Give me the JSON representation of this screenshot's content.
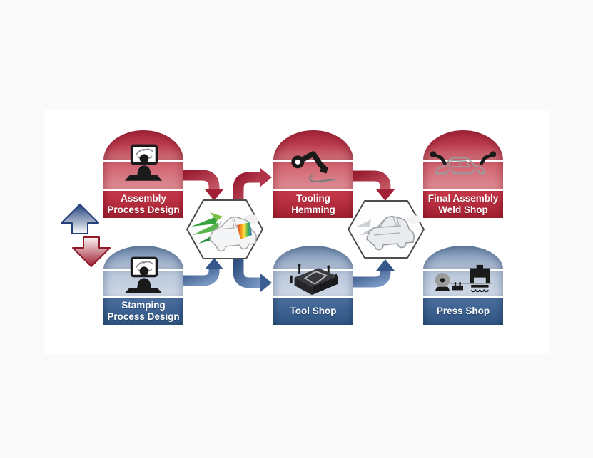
{
  "canvas": {
    "background": "#fbfafa",
    "panel_background": "#ffffff"
  },
  "colors": {
    "red_accent": "#c0334a",
    "red_dark": "#9c1f33",
    "red_light": "#dd8d95",
    "blue_accent": "#48699b",
    "blue_dark": "#2f5480",
    "blue_light": "#c5d1e2",
    "hexagon_border": "#4d4d4d"
  },
  "nodes": {
    "assembly_process_design": {
      "label": "Assembly\nProcess Design",
      "color": "red",
      "icon": "workstation-icon"
    },
    "tooling_hemming": {
      "label": "Tooling\nHemming",
      "color": "red",
      "icon": "robot-arm-icon"
    },
    "final_assembly_weld_shop": {
      "label": "Final Assembly\nWeld Shop",
      "color": "red",
      "icon": "weld-car-icon"
    },
    "stamping_process_design": {
      "label": "Stamping\nProcess Design",
      "color": "blue",
      "icon": "workstation-icon"
    },
    "tool_shop": {
      "label": "Tool Shop",
      "color": "blue",
      "icon": "stamping-die-icon"
    },
    "press_shop": {
      "label": "Press Shop",
      "color": "blue",
      "icon": "press-line-icon"
    }
  },
  "hexagons": [
    {
      "name": "simulation-hexagon-left",
      "image": "colored-simulation-car-body"
    },
    {
      "name": "simulation-hexagon-right",
      "image": "silver-car-body-frame"
    }
  ],
  "connectors": [
    {
      "from": "assembly_process_design",
      "to": "simulation-hexagon-left",
      "color": "red"
    },
    {
      "from": "simulation-hexagon-left",
      "to": "tooling_hemming",
      "color": "red"
    },
    {
      "from": "stamping_process_design",
      "to": "simulation-hexagon-left",
      "color": "blue"
    },
    {
      "from": "simulation-hexagon-left",
      "to": "tool_shop",
      "color": "blue"
    },
    {
      "from": "tooling_hemming",
      "to": "simulation-hexagon-right",
      "color": "red"
    },
    {
      "from": "tool_shop",
      "to": "simulation-hexagon-right",
      "color": "blue"
    }
  ],
  "feedback_arrows": {
    "up_arrow_color": "blue",
    "down_arrow_color": "red"
  }
}
